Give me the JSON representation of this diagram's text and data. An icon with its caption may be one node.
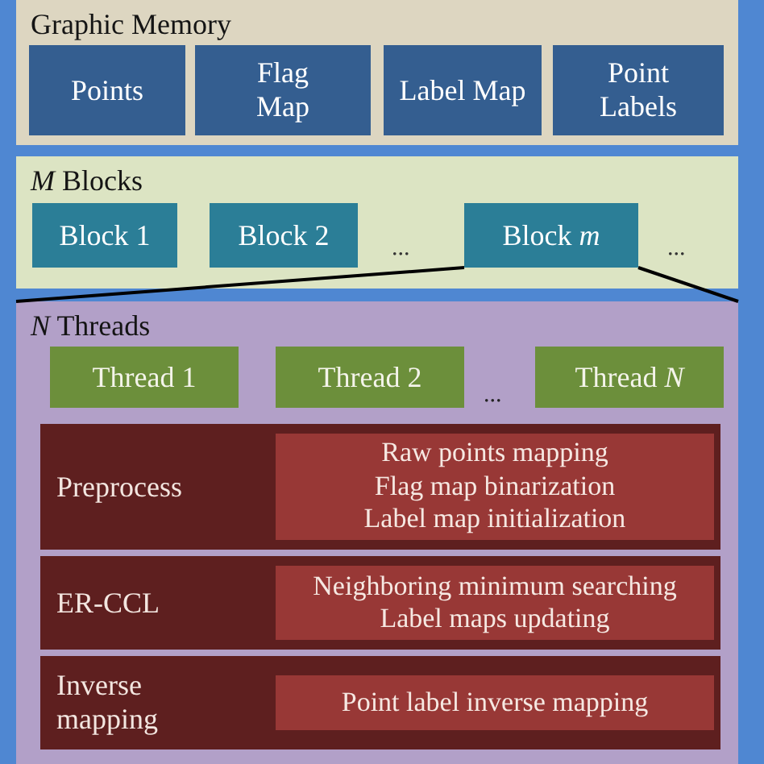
{
  "diagram": {
    "nodes": [
      {
        "text": [
          "Graphic Memory"
        ]
      },
      {
        "text": [
          "Points"
        ],
        "in": 0
      },
      {
        "text": [
          "Flag Map"
        ],
        "in": 0
      },
      {
        "text": [
          "Label Map"
        ],
        "in": 0
      },
      {
        "text": [
          "Point Labels"
        ],
        "in": 0
      },
      {
        "text": [
          "*M* Blocks"
        ]
      },
      {
        "text": [
          "Block 1"
        ],
        "in": 5
      },
      {
        "text": [
          "Block 2"
        ],
        "in": 5
      },
      {
        "text": [
          "Block *m*"
        ],
        "in": 5
      },
      {
        "text": [
          "*N* Threads"
        ]
      },
      {
        "text": [
          "Thread 1"
        ],
        "in": 9
      },
      {
        "text": [
          "Thread 2"
        ],
        "in": 9
      },
      {
        "text": [
          "Thread *N*"
        ],
        "in": 9
      },
      {
        "text": [
          "Preprocess"
        ],
        "in": 9
      },
      {
        "text": [
          "Raw points mapping",
          "Flag map binarization",
          "Label map initialization"
        ],
        "in": 13
      },
      {
        "text": [
          "ER-CCL"
        ],
        "in": 9
      },
      {
        "text": [
          "Neighboring minimum searching",
          "Label maps updating"
        ],
        "in": 15
      },
      {
        "text": [
          "Inverse mapping"
        ],
        "in": 9
      },
      {
        "text": [
          "Point label inverse mapping"
        ],
        "in": 17
      }
    ],
    "edges": [
      {
        "from": 8,
        "to": 9,
        "arrow": "none"
      },
      {
        "from": 8,
        "to": 9,
        "arrow": "none"
      }
    ],
    "labels": [
      "...",
      "...",
      "..."
    ]
  }
}
